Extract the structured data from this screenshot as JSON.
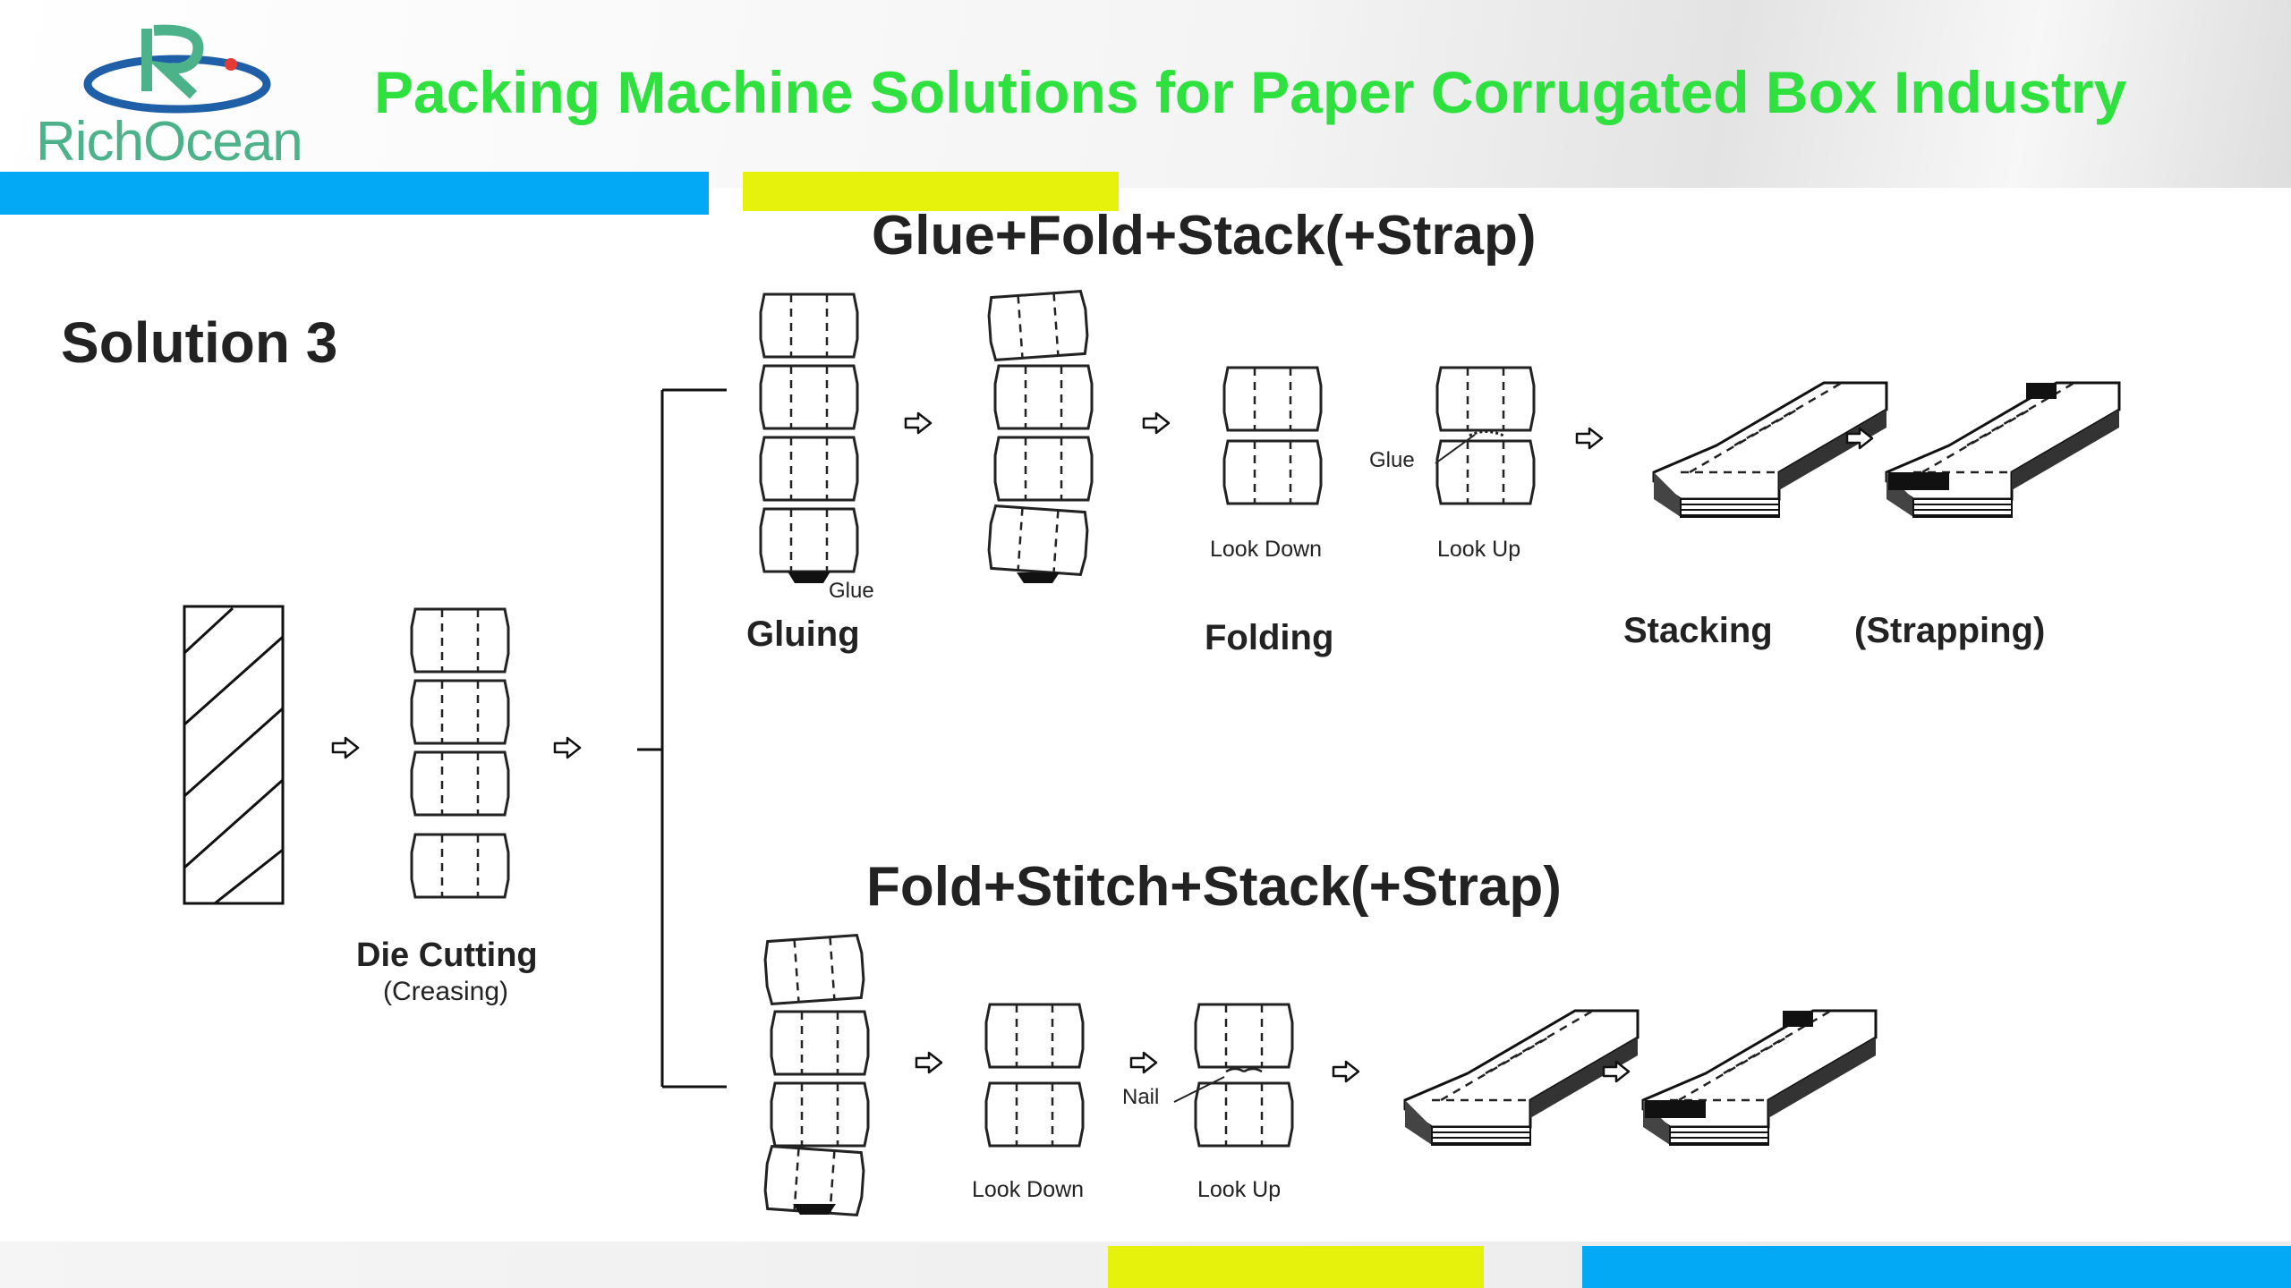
{
  "header": {
    "brand": "RichOcean",
    "title": "Packing Machine Solutions for Paper Corrugated  Box Industry"
  },
  "colors": {
    "title_green": "#2ee13f",
    "brand_green": "#4cb28a",
    "accent_blue": "#03a9f4",
    "accent_yellow": "#e6f20c",
    "logo_blue": "#1f5fa8",
    "logo_red": "#e53935"
  },
  "diagram": {
    "solution_label": "Solution 3",
    "die_cutting_label": "Die Cutting",
    "creasing_label": "(Creasing)",
    "upper": {
      "title": "Glue+Fold+Stack(+Strap)",
      "glue_note": "Glue",
      "glue_note_2": "Glue",
      "look_down": "Look Down",
      "look_up": "Look Up",
      "gluing": "Gluing",
      "folding": "Folding",
      "stacking": "Stacking",
      "strapping": "(Strapping)"
    },
    "lower": {
      "title": "Fold+Stitch+Stack(+Strap)",
      "nail_note": "Nail",
      "look_down": "Look Down",
      "look_up": "Look Up"
    }
  }
}
